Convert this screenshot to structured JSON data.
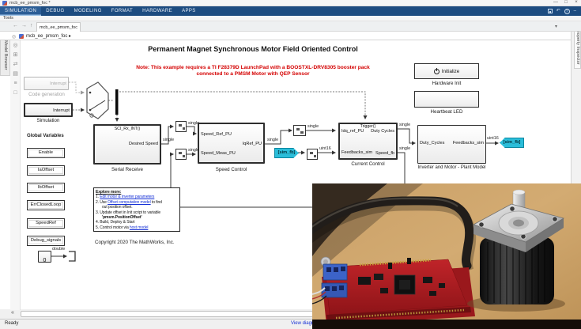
{
  "window": {
    "title": "mcb_ee_pmsm_foc *",
    "minimize": "—",
    "maximize": "□",
    "close": "×"
  },
  "ribbon": {
    "tabs": [
      "SIMULATION",
      "DEBUG",
      "MODELING",
      "FORMAT",
      "HARDWARE",
      "APPS"
    ]
  },
  "menus": {
    "tools": "Tools"
  },
  "doc_tabs": {
    "active": "mcb_ee_pmsm_foc",
    "overflow_chevron": "▾"
  },
  "breadcrumb": {
    "root": "mcb_ee_pmsm_foc",
    "chevron": "▸",
    "target_icon": "◎"
  },
  "panels": {
    "left_tab": "Model Browser",
    "right_tab": "Property Inspector"
  },
  "nav": {
    "back": "←",
    "forward": "→",
    "up": "↑"
  },
  "palette_icons": [
    "◎",
    "⊞",
    "⇄",
    "▤",
    "≡",
    "□"
  ],
  "canvas": {
    "title": "Permanent Magnet Synchronous Motor Field Oriented Control",
    "note1": "Note: This example requires a TI F28379D LaunchPad with a BOOSTXL-DRV8305 booster pack",
    "note2": "connected to a PMSM Motor with QEP Sensor",
    "hardware_init": {
      "button": "Initialize",
      "label": "Hardware Init"
    },
    "heartbeat": {
      "label": "Heartbeat LED"
    },
    "codegen": {
      "port": "Interrupt",
      "label": "Code generation"
    },
    "simulation": {
      "port": "Interrupt",
      "label": "Simulation"
    },
    "globals_heading": "Global Variables",
    "datastores": [
      "Enable",
      "IaOffset",
      "IbOffset",
      "ErrClosedLoop",
      "SpeedRef",
      "Debug_signals"
    ],
    "constant": {
      "value": "0",
      "dtype": "double"
    },
    "serial_receive": {
      "trigger": "SCI_Rx_INT()",
      "out": "Desired Speed",
      "label": "Serial Receive"
    },
    "speed_control": {
      "in1": "Speed_Ref_PU",
      "in2": "Speed_Meas_PU",
      "out": "IqRef_PU",
      "label": "Speed Control"
    },
    "current_control": {
      "trigger": "Trigger()",
      "in1": "Idq_ref_PU",
      "in2": "Feedbacks_sim",
      "out1": "Duty Cycles",
      "out2": "Speed_fb",
      "label": "Current Control"
    },
    "plant": {
      "in": "Duty_Cycles",
      "out": "Feedbacks_sim",
      "label": "Inverter and Motor - Plant Model"
    },
    "tag_label": "[sim_fb]",
    "sig": {
      "single": "single",
      "uint16": "uint16"
    },
    "explore": {
      "title": "Explore more:",
      "i1_pre": "1. ",
      "i1_link": "Edit motor & inverter parameters",
      "i2_pre": "2. Use ",
      "i2_link": "Offset computation model",
      "i2_post": " to find",
      "i2_cont": "out position offset.",
      "i3": "3. Update offset in Init script to variable",
      "i3_cont": "'pmsm.PositionOffset'",
      "i4": "4. Build, Deploy & Start",
      "i5_pre": "5. Control motor via ",
      "i5_link": "host model"
    },
    "copyright": "Copyright 2020 The MathWorks, Inc."
  },
  "statusbar": {
    "ready": "Ready",
    "diagnostics": "View diagnos",
    "collapse": "«"
  },
  "colors": {
    "ribbon_blue": "#1d4c80",
    "tag_cyan": "#2bbdd9",
    "note_red": "#d40000",
    "link_blue": "#1530d6",
    "board_red": "#b02025"
  }
}
